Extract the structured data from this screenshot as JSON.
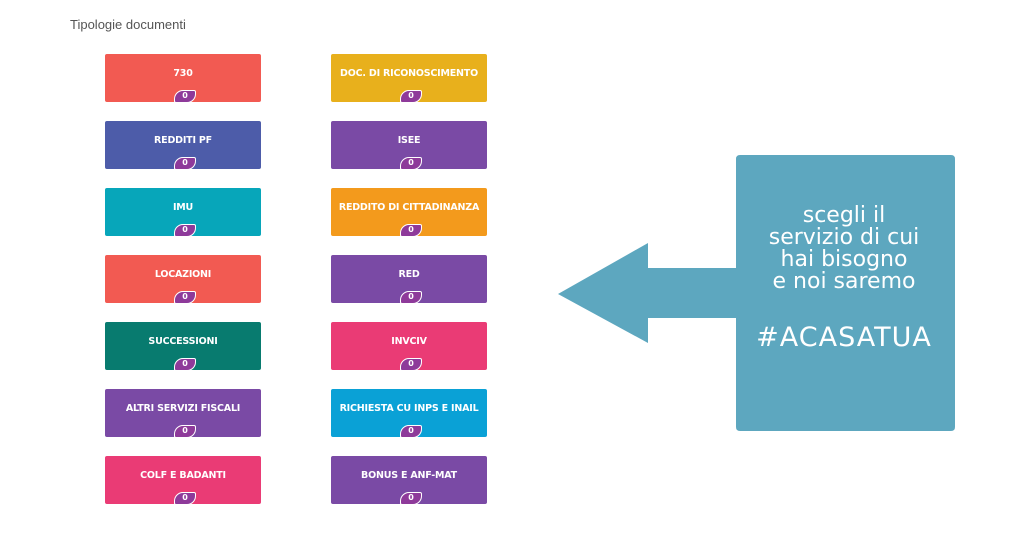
{
  "page": {
    "title": "Tipologie documenti"
  },
  "left_column": [
    {
      "label": "730",
      "count": "0",
      "color": "#f25a52"
    },
    {
      "label": "REDDITI PF",
      "count": "0",
      "color": "#4d5ca9"
    },
    {
      "label": "IMU",
      "count": "0",
      "color": "#07a6ba"
    },
    {
      "label": "LOCAZIONI",
      "count": "0",
      "color": "#f25a52"
    },
    {
      "label": "SUCCESSIONI",
      "count": "0",
      "color": "#087b6f"
    },
    {
      "label": "ALTRI SERVIZI FISCALI",
      "count": "0",
      "color": "#7a4aa5"
    },
    {
      "label": "COLF E BADANTI",
      "count": "0",
      "color": "#ea3b75"
    }
  ],
  "right_column": [
    {
      "label": "DOC. DI RICONOSCIMENTO",
      "count": "0",
      "color": "#e8b01c"
    },
    {
      "label": "ISEE",
      "count": "0",
      "color": "#7a4aa5"
    },
    {
      "label": "REDDITO DI CITTADINANZA",
      "count": "0",
      "color": "#f39a1c"
    },
    {
      "label": "RED",
      "count": "0",
      "color": "#7a4aa5"
    },
    {
      "label": "INVCIV",
      "count": "0",
      "color": "#ea3b75"
    },
    {
      "label": "RICHIESTA CU INPS E INAIL",
      "count": "0",
      "color": "#0aa1d6"
    },
    {
      "label": "BONUS E ANF-MAT",
      "count": "0",
      "color": "#7a4aa5"
    }
  ],
  "callout": {
    "color": "#5da7bf",
    "lines": [
      "scegli il",
      "servizio di cui",
      "hai bisogno",
      "e noi saremo"
    ],
    "hashtag": "#ACASATUA"
  }
}
